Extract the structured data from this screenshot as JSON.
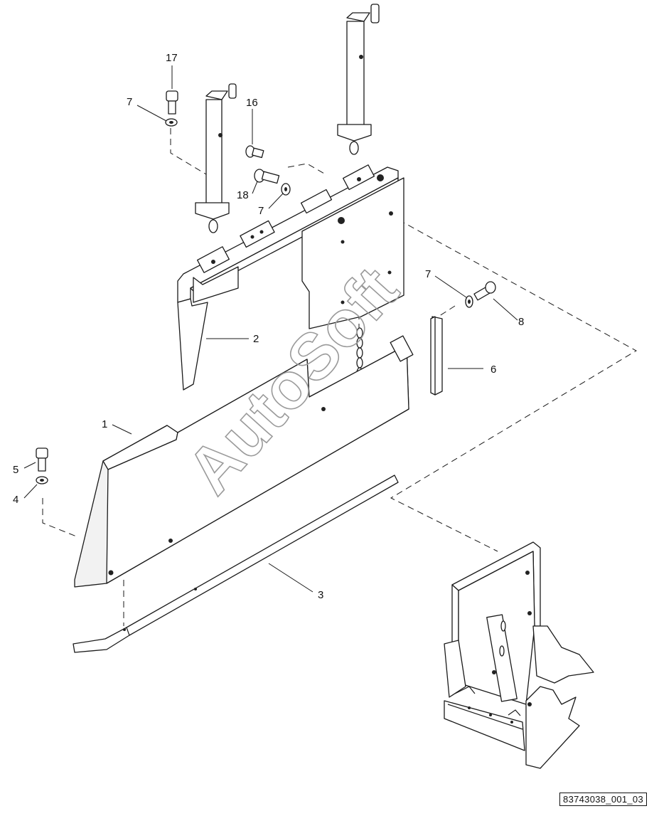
{
  "callouts": {
    "c1": "1",
    "c2": "2",
    "c3": "3",
    "c4": "4",
    "c5": "5",
    "c6": "6",
    "c7a": "7",
    "c7b": "7",
    "c7c": "7",
    "c8": "8",
    "c16": "16",
    "c17": "17",
    "c18": "18"
  },
  "watermark": "AutoSoft",
  "reference_code": "83743038_001_03"
}
